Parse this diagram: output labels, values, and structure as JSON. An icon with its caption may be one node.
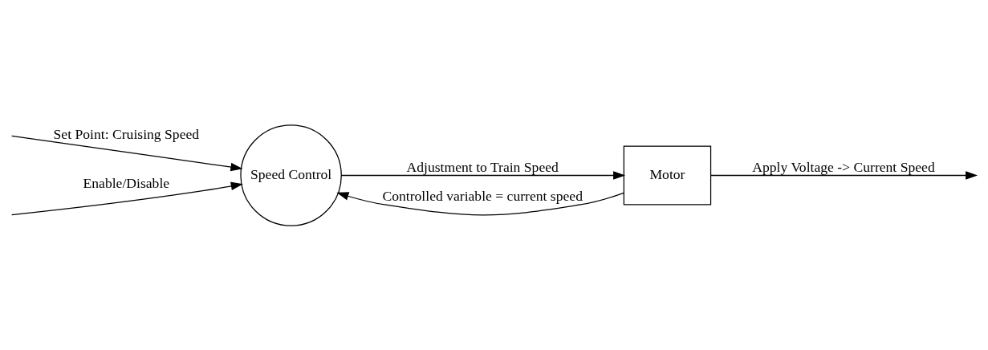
{
  "diagram": {
    "nodes": [
      {
        "text": [
          "Speed Control"
        ]
      },
      {
        "text": [
          "Motor"
        ]
      }
    ],
    "edges": [
      {
        "from": null,
        "to": 0,
        "arrow": "to",
        "label": "Set Point: Cruising Speed"
      },
      {
        "from": null,
        "to": 0,
        "arrow": "to",
        "label": "Enable/Disable"
      },
      {
        "from": 0,
        "to": 1,
        "arrow": "to",
        "label": "Adjustment to Train Speed"
      },
      {
        "from": 1,
        "to": null,
        "arrow": "to",
        "label": "Apply Voltage -> Current Speed"
      },
      {
        "from": 1,
        "to": 0,
        "arrow": "to",
        "label": "Controlled variable = current speed"
      }
    ]
  }
}
